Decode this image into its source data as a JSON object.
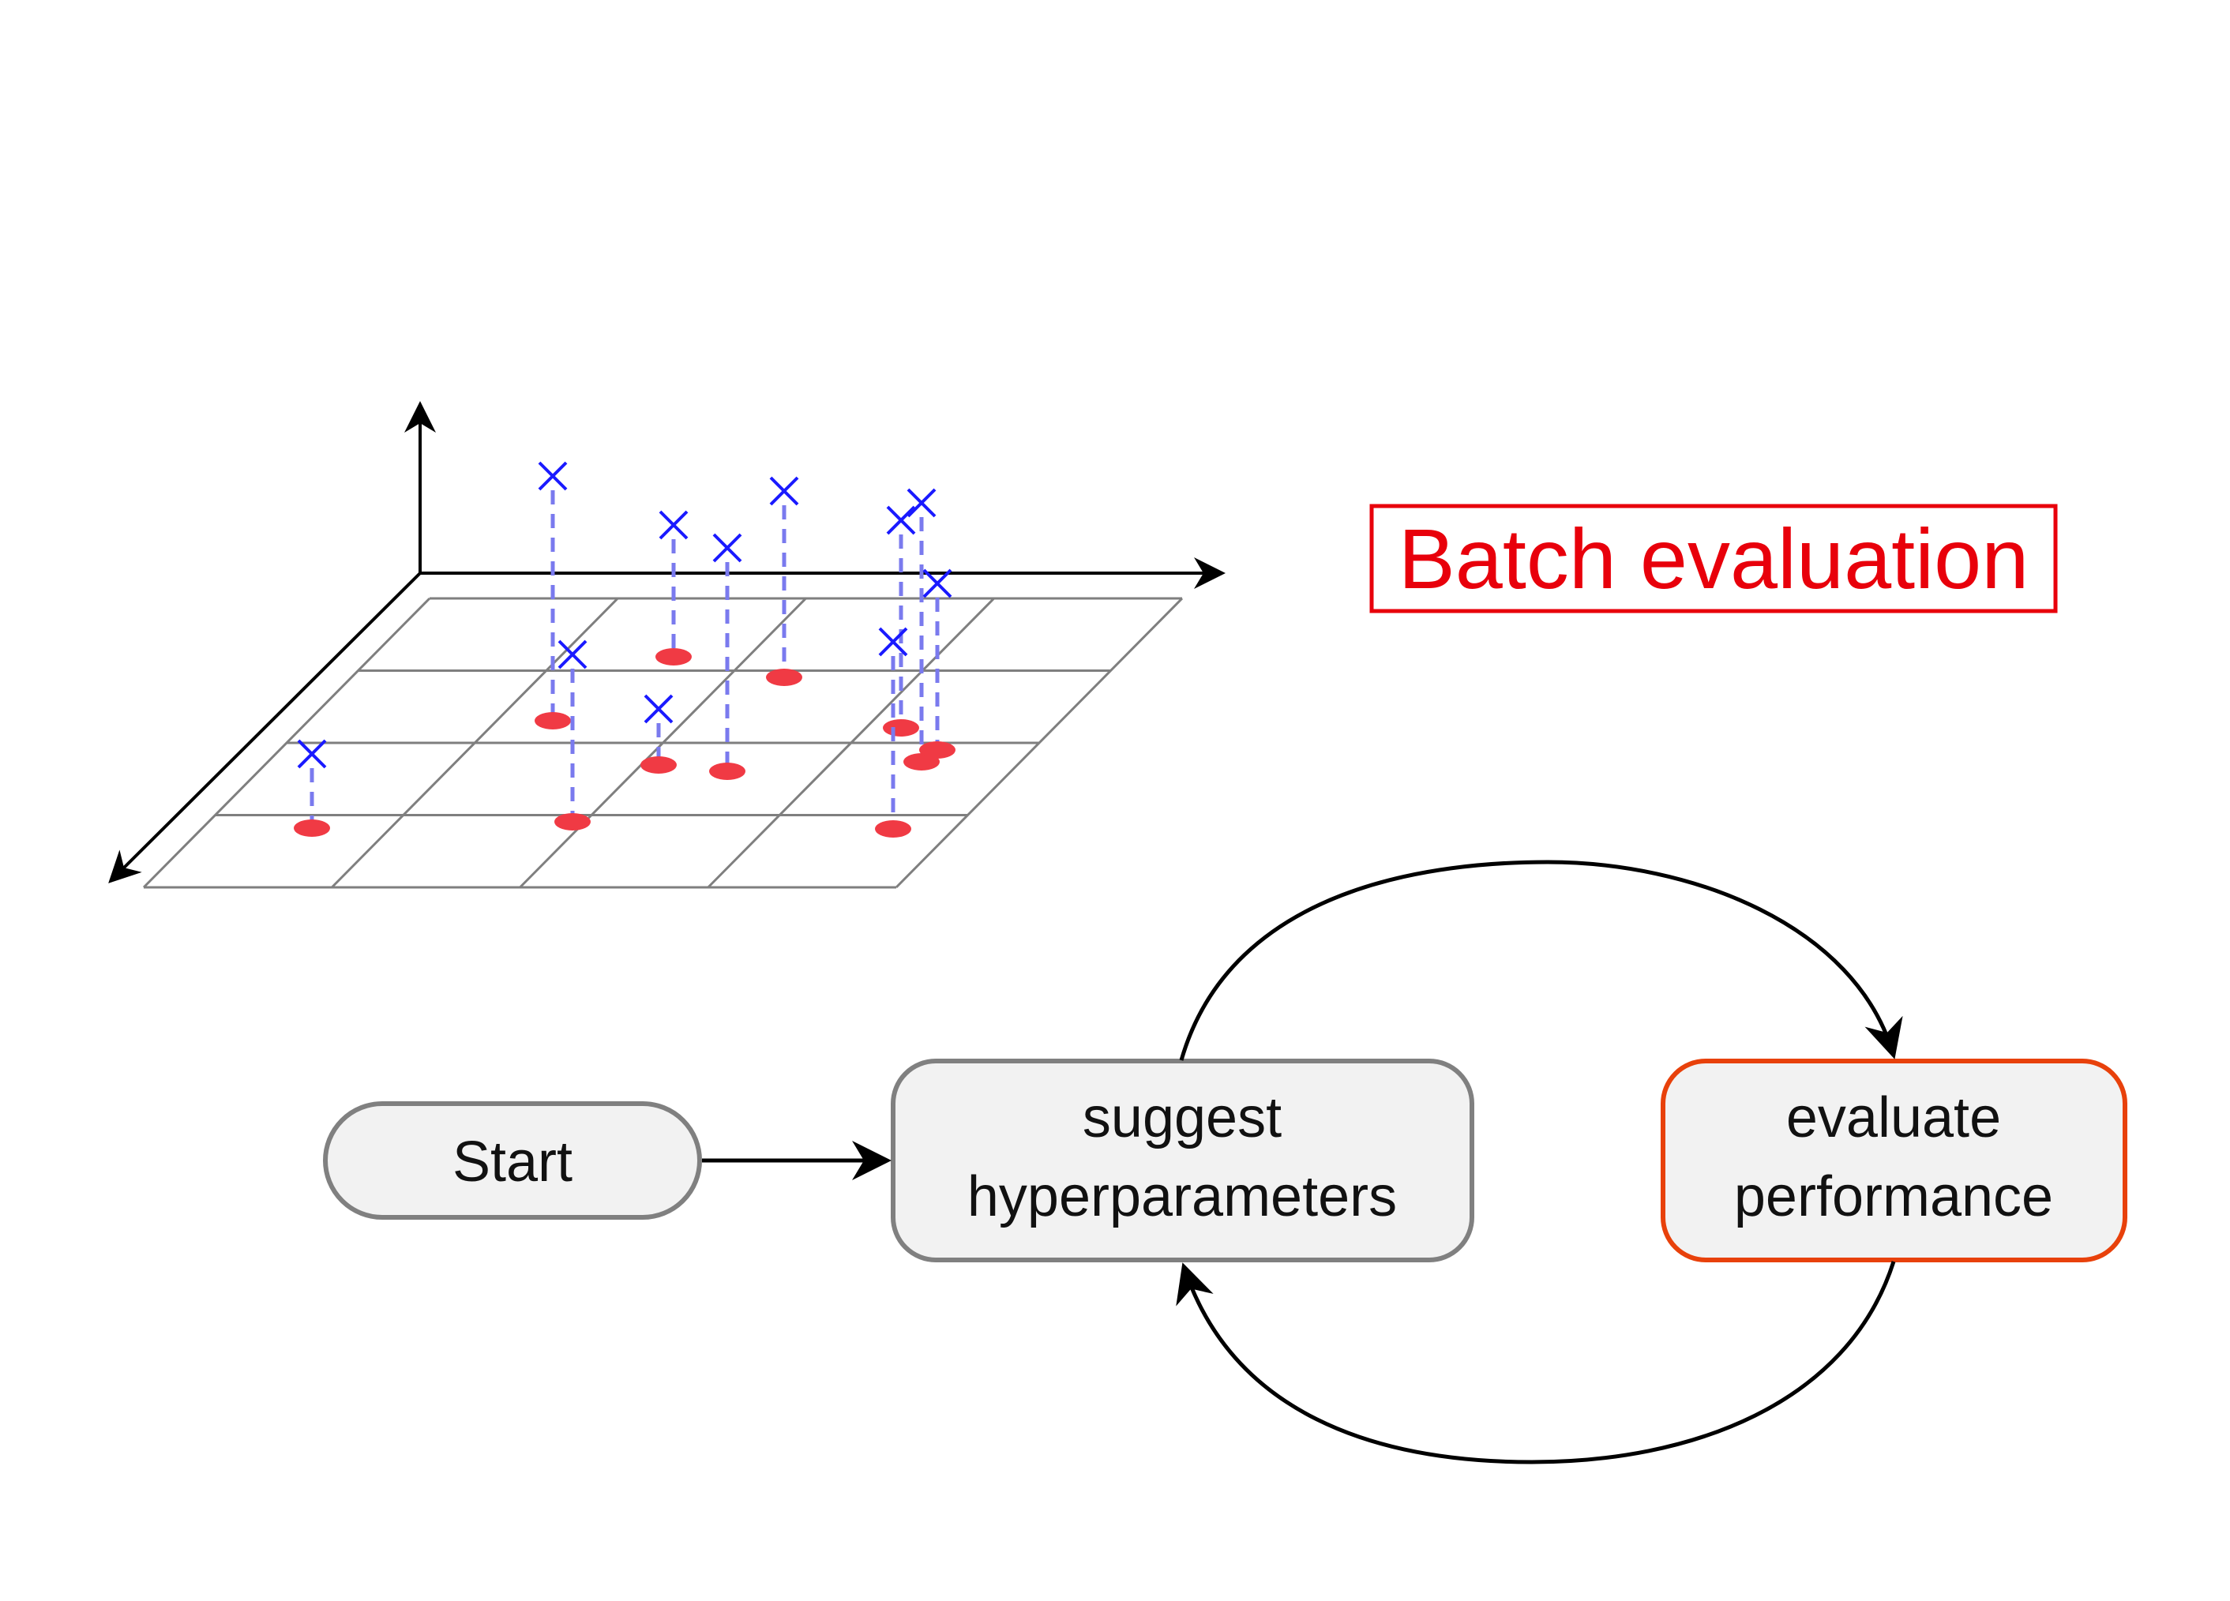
{
  "title": "Batch evaluation",
  "nodes": {
    "start": "Start",
    "suggest": {
      "line1": "suggest",
      "line2": "hyperparameters"
    },
    "evaluate": {
      "line1": "evaluate",
      "line2": "performance"
    }
  },
  "colors": {
    "title": "#e8000b",
    "node_fill": "#f2f2f2",
    "node_stroke": "#808080",
    "evaluate_stroke": "#e8410b",
    "sample_marker": "#1a1aff",
    "projection_line": "#7a7aee",
    "projection_dot": "#f03a44",
    "grid": "#7f7f7f",
    "arrow": "#000000"
  }
}
